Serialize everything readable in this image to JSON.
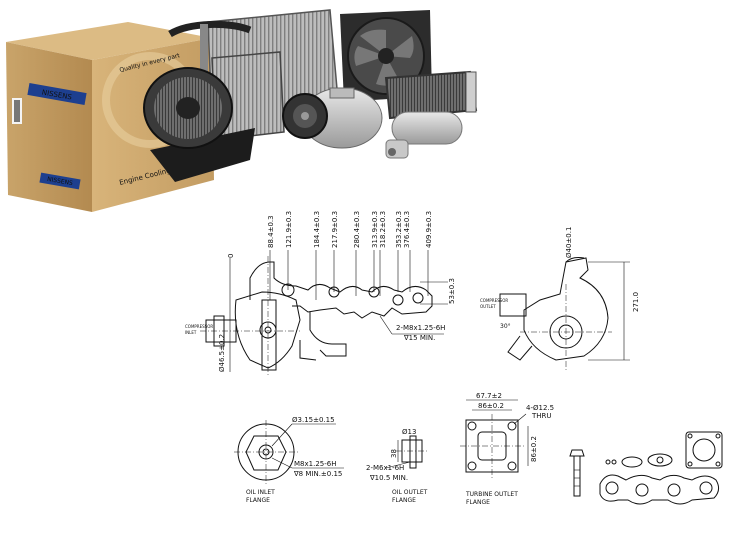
{
  "brand": {
    "name": "NISSENS",
    "box_text": "Engine Cooling & Climate",
    "box_side_text": "Quality in every part"
  },
  "icons": [
    "box-icon",
    "blower-fan-icon",
    "condenser-icon",
    "radiator-fan-icon",
    "compressor-icon",
    "heater-core-icon",
    "receiver-drier-icon"
  ],
  "drawing": {
    "top_dims": [
      "88.4±0.3",
      "121.9±0.3",
      "184.4±0.3",
      "217.9±0.3",
      "280.4±0.3",
      "313.9±0.3",
      "318.2±0.3",
      "353.2±0.3",
      "376.4±0.3",
      "409.9±0.3"
    ],
    "zero": "0",
    "dim_53": "53±0.3",
    "dim_46": "Ø46.5±0.2",
    "thread_main": "2-M8x1.25-6H",
    "depth_main": "∇15 MIN.",
    "side_dia": "Ø40±0.1",
    "side_height": "271.0",
    "side_angle": "30°",
    "inlet": {
      "dia": "Ø3.15±0.15",
      "thread": "M8x1.25-6H",
      "depth": "∇8 MIN.±0.15",
      "caption_1": "OIL INLET",
      "caption_2": "FLANGE"
    },
    "outlet": {
      "dia": "Ø13",
      "dim_38": "38",
      "thread": "2-M6x1-6H",
      "depth": "∇10.5 MIN.",
      "caption_1": "OIL OUTLET",
      "caption_2": "FLANGE"
    },
    "turbine": {
      "dim_67": "67.7±2",
      "dim_86": "86±0.2",
      "dim_86_v": "86±0.2",
      "holes": "4-Ø12.5",
      "thru": "THRU",
      "caption_1": "TURBINE OUTLET",
      "caption_2": "FLANGE"
    }
  }
}
